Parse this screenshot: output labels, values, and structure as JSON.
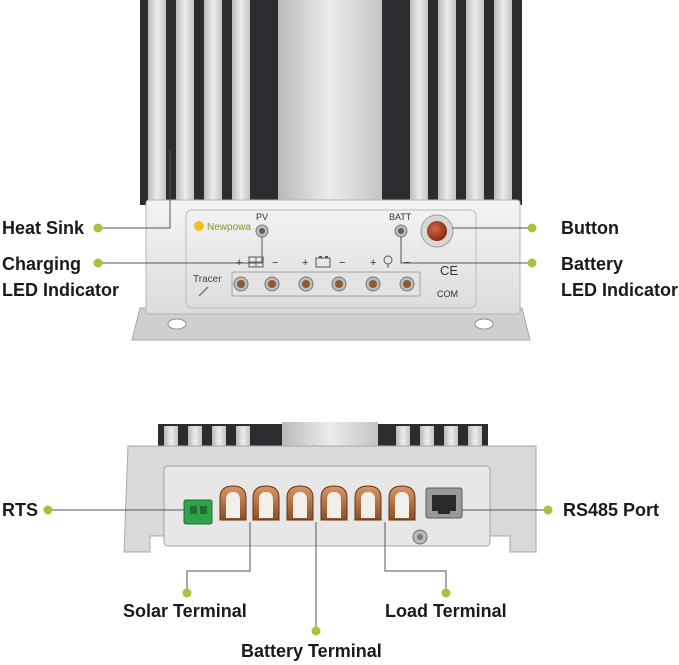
{
  "labels": {
    "heat_sink": "Heat Sink",
    "charging_led": [
      "Charging",
      "LED Indicator"
    ],
    "button": "Button",
    "battery_led": [
      "Battery",
      "LED Indicator"
    ],
    "rts": "RTS",
    "rs485": "RS485 Port",
    "solar_terminal": "Solar Terminal",
    "load_terminal": "Load Terminal",
    "battery_terminal": "Battery Terminal"
  },
  "device": {
    "brand": "Newpowa",
    "model": "Tracer",
    "pv": "PV",
    "batt": "BATT",
    "ce": "CE",
    "com": "COM",
    "minus": "−",
    "plus": "+"
  },
  "colors": {
    "leader_dot": "#a7c23b",
    "leader_line": "#555555",
    "heatsink_dark": "#2f2f33",
    "heatsink_fin": "#d6d6d6",
    "body": "#e9e9e9",
    "button": "#a53a22",
    "terminal": "#b5703d",
    "rts_connector": "#2fa24a"
  }
}
